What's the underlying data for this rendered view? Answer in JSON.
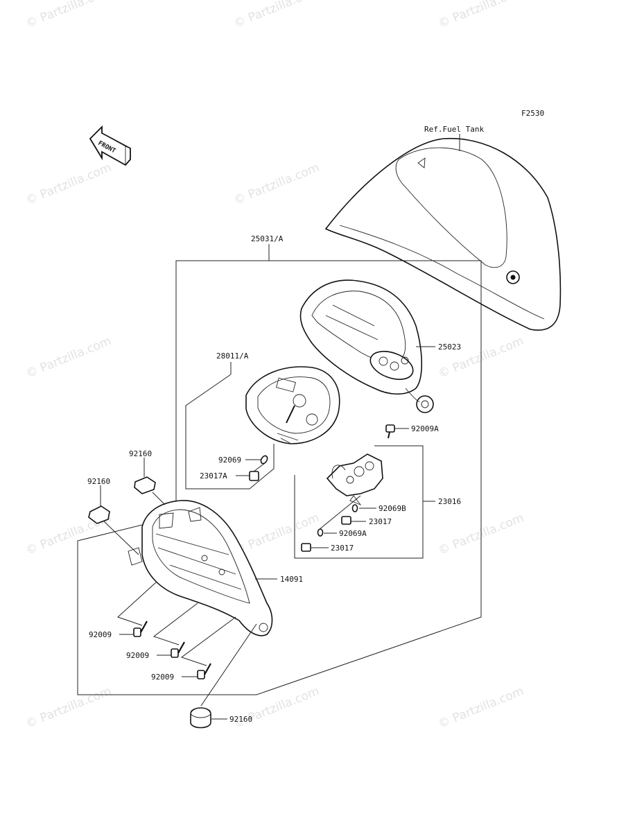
{
  "figure_code": "F2530",
  "front_arrow_text": "FRONT",
  "watermark_text": "© Partzilla.com",
  "labels": {
    "ref_fuel_tank": "Ref.Fuel Tank",
    "p25031A": "25031/A",
    "p25023": "25023",
    "p28011A": "28011/A",
    "p92009A": "92009A",
    "p92160_top": "92160",
    "p92160_left": "92160",
    "p92069": "92069",
    "p23017A": "23017A",
    "p23016": "23016",
    "p92069B": "92069B",
    "p23017_a": "23017",
    "p92069A": "92069A",
    "p23017_b": "23017",
    "p14091": "14091",
    "p92009_1": "92009",
    "p92009_2": "92009",
    "p92009_3": "92009",
    "p92160_bottom": "92160"
  }
}
